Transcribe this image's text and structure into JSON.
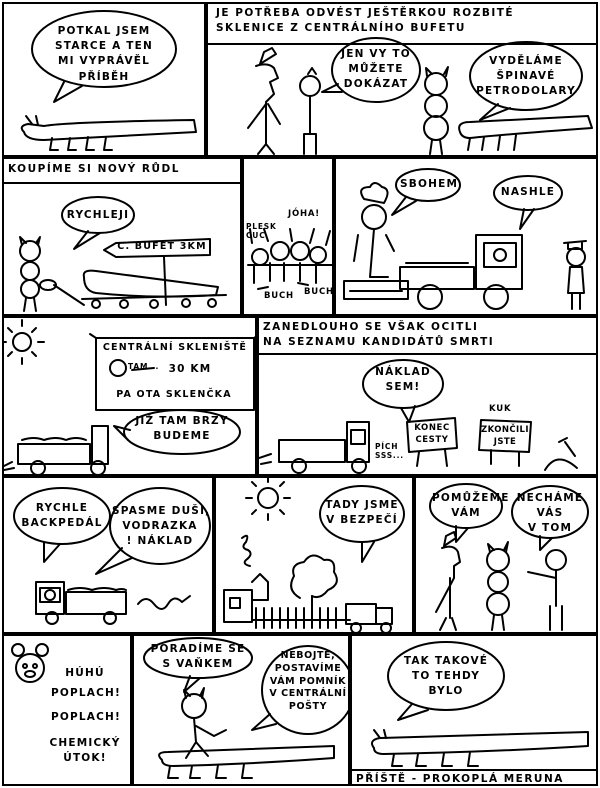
{
  "panels": {
    "p1": {
      "balloon": "POTKAL JSEM\nSTARCE A TEN\nMI VYPRÁVĚL\nPŘÍBĚH"
    },
    "p2": {
      "caption": "JE POTŘEBA ODVÉST JEŠTĚRKOU ROZBITÉ\nSKLENICE Z CENTRÁLNÍHO BUFETU",
      "balloon_left": "JEN VY TO\nMŮŽETE\nDOKÁZAT",
      "balloon_right": "VYDĚLÁME\nŠPINAVÉ\nPETRODOLARY"
    },
    "p3": {
      "caption": "KOUPÍME SI NOVÝ RŮDL",
      "balloon": "RYCHLEJI",
      "sign": "C. BUFET 3KM"
    },
    "p4": {
      "sfx_cheer": "JÓHA!",
      "sfx_clap": "PLESK\nCUC",
      "sfx_buch1": "BUCH",
      "sfx_buch2": "BUCH"
    },
    "p5": {
      "balloon_left": "SBOHEM",
      "balloon_right": "NASHLE"
    },
    "p6": {
      "sign_title": "CENTRÁLNÍ SKLENIŠTĚ",
      "sign_distance": "30 KM",
      "sign_tam": "TAM...",
      "sign_footer": "PA OTA SKLENČKA",
      "balloon": "JIŽ TAM BRZY\nBUDEME"
    },
    "p7": {
      "caption": "ZANEDLOUHO SE VŠAK OCITLI\nNA SEZNAMU KANDIDÁTŮ SMRTI",
      "balloon": "NÁKLAD\nSEM!",
      "sfx_kuk": "KUK",
      "sign_left": "KONEC\nCESTY",
      "sign_right": "ZKONČILI\nJSTE",
      "sfx_pich": "PÍCH\nSSS..."
    },
    "p8": {
      "balloon_left": "RYCHLE\nBACKPEDÁL",
      "balloon_right": "SPASME DUŠI,\nVODRAZKA\n! NÁKLAD"
    },
    "p9": {
      "balloon": "TADY JSME\nV BEZPEČÍ"
    },
    "p10": {
      "balloon_left": "POMŮŽEME\nVÁM",
      "balloon_right": "NECHÁME\nVÁS\nV TOM"
    },
    "p11": {
      "lines": [
        "HÚHÚ",
        "POPLACH!",
        "POPLACH!",
        "CHEMICKÝ\nÚTOK!"
      ]
    },
    "p12": {
      "balloon_left": "PORADÍME SE\nS VAŇKEM",
      "balloon_right": "NEBOJTE,\nPOSTAVÍME\nVÁM POMNÍK\nV CENTRÁLNÍ\nPOŠTY"
    },
    "p13": {
      "balloon": "TAK TAKOVÉ\nTO TEHDY\nBYLO",
      "footer": "PŘÍŠTĚ - PROKOPLÁ MERUNA"
    }
  }
}
